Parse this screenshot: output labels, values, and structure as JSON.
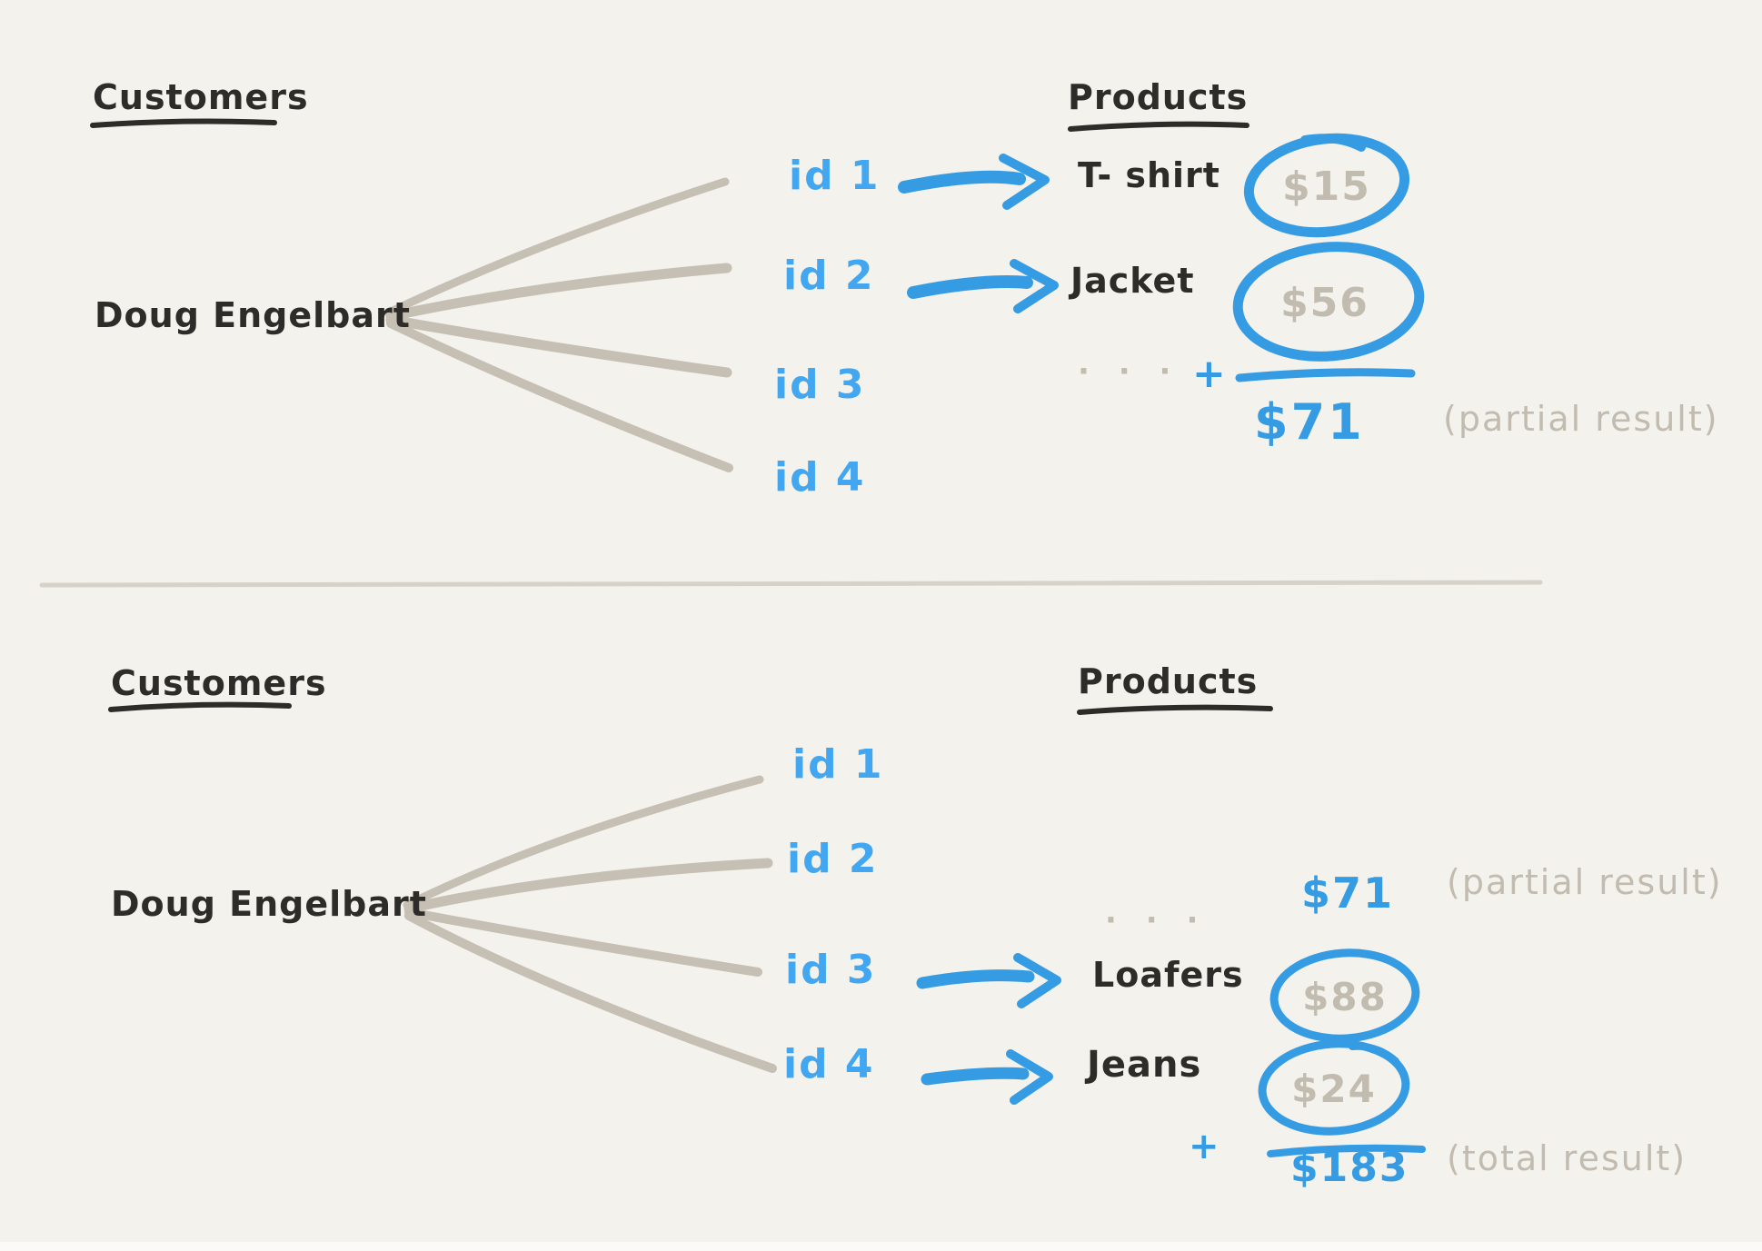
{
  "colors": {
    "background": "#f4f2ed",
    "ink": "#2e2c29",
    "blue": "#359ce4",
    "blue_text": "#42a7f0",
    "gray_text": "#c2bcb0",
    "gray_stroke": "#c5bfb4",
    "divider": "#d6d1c9",
    "edge": "#fbfaf7"
  },
  "top": {
    "customers_heading": "Customers",
    "products_heading": "Products",
    "customer_name": "Doug Engelbart",
    "ids": [
      "id 1",
      "id 2",
      "id 3",
      "id 4"
    ],
    "matches": [
      {
        "id_ref": "id 1",
        "product": "T- shirt",
        "price": "$15"
      },
      {
        "id_ref": "id 2",
        "product": "Jacket",
        "price": "$56"
      }
    ],
    "ellipsis": "· · ·",
    "plus": "+",
    "partial_sum": "$71",
    "partial_label": "(partial result)"
  },
  "bottom": {
    "customers_heading": "Customers",
    "products_heading": "Products",
    "customer_name": "Doug Engelbart",
    "ids": [
      "id 1",
      "id 2",
      "id 3",
      "id 4"
    ],
    "ellipsis": "· · ·",
    "carried_sum": "$71",
    "carried_label": "(partial result)",
    "matches": [
      {
        "id_ref": "id 3",
        "product": "Loafers",
        "price": "$88"
      },
      {
        "id_ref": "id 4",
        "product": "Jeans",
        "price": "$24"
      }
    ],
    "plus": "+",
    "total_sum": "$183",
    "total_label": "(total result)"
  }
}
